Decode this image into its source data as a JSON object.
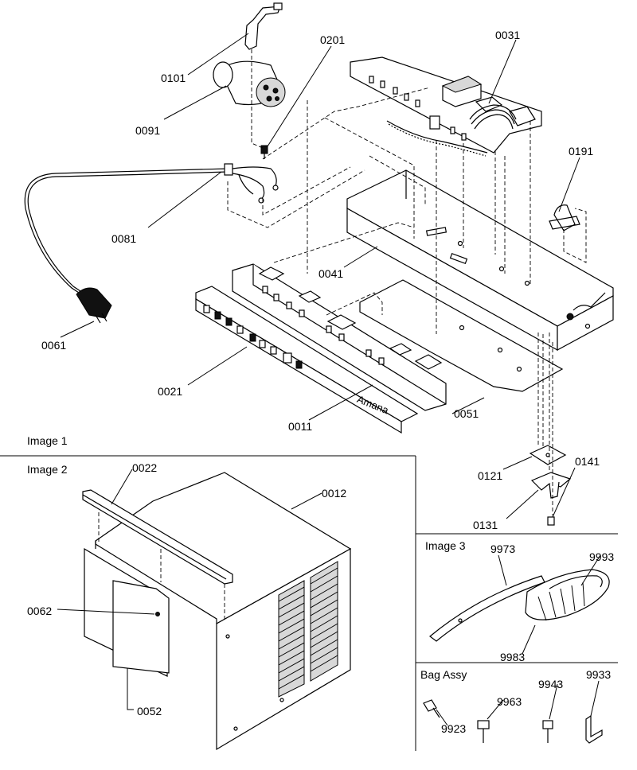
{
  "sections": {
    "image1": "Image 1",
    "image2": "Image 2",
    "image3": "Image 3",
    "bag": "Bag Assy"
  },
  "parts": {
    "p0101": "0101",
    "p0091": "0091",
    "p0201": "0201",
    "p0031": "0031",
    "p0191": "0191",
    "p0081": "0081",
    "p0041": "0041",
    "p0061": "0061",
    "p0021": "0021",
    "p0011": "0011",
    "p0051": "0051",
    "p0121": "0121",
    "p0141": "0141",
    "p0131": "0131",
    "p0022": "0022",
    "p0012": "0012",
    "p0062": "0062",
    "p0052": "0052",
    "p9973": "9973",
    "p9993": "9993",
    "p9983": "9983",
    "p9963": "9963",
    "p9943": "9943",
    "p9933": "9933",
    "p9923": "9923"
  },
  "brand": "Amana"
}
